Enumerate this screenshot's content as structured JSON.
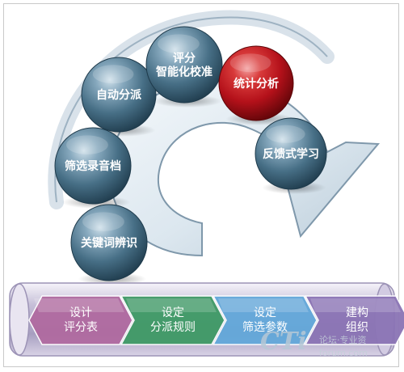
{
  "cycle": {
    "nodes": [
      {
        "label_lines": [
          "自动分派"
        ],
        "style": "blue"
      },
      {
        "label_lines": [
          "评分",
          "智能化校准"
        ],
        "style": "blue"
      },
      {
        "label_lines": [
          "统计分析"
        ],
        "style": "red"
      },
      {
        "label_lines": [
          "反馈式学习"
        ],
        "style": "blue"
      },
      {
        "label_lines": [
          "筛选录音档"
        ],
        "style": "blue"
      },
      {
        "label_lines": [
          "关键词辨识"
        ],
        "style": "blue"
      }
    ]
  },
  "steps": [
    {
      "label_lines": [
        "设计",
        "评分表"
      ],
      "color": "#b06aa0"
    },
    {
      "label_lines": [
        "设定",
        "分派规则"
      ],
      "color": "#3f9a66"
    },
    {
      "label_lines": [
        "设定",
        "筛选参数"
      ],
      "color": "#63a8da"
    },
    {
      "label_lines": [
        "建构",
        "组织"
      ],
      "color": "#8b74b5"
    }
  ],
  "watermark": {
    "main": "CTi",
    "sub_cn": "论坛·专业资",
    "sub_en": "forum.com"
  },
  "colors": {
    "node_blue": "#476f86",
    "node_red": "#b4111a",
    "arrow_fill": "#e4edf4",
    "arrow_edge": "#7f98ab"
  }
}
